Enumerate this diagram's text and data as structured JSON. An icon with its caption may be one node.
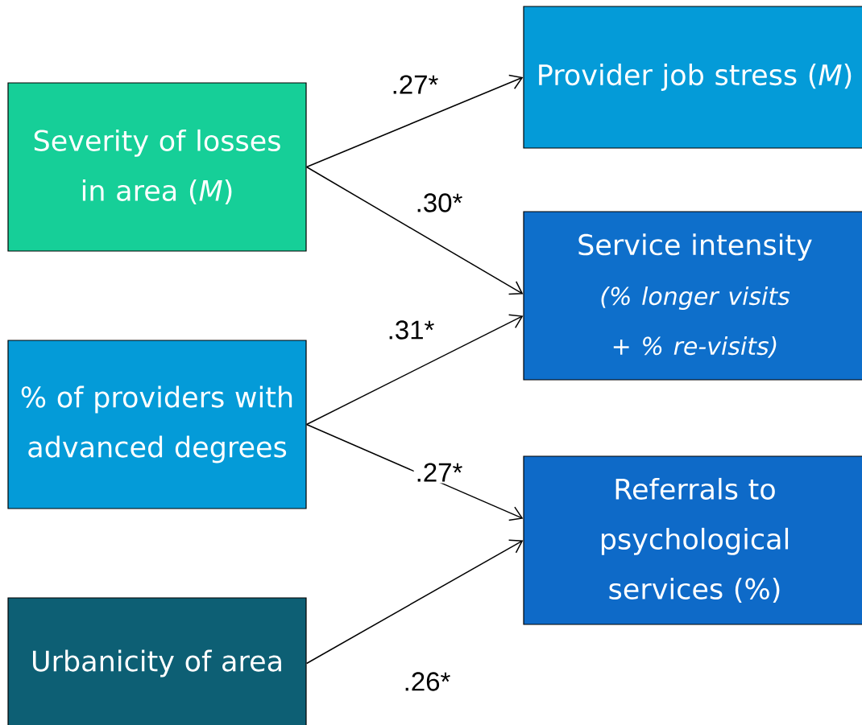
{
  "diagram": {
    "nodes": [
      {
        "text": [
          "Severity of losses in area (*M*)"
        ]
      },
      {
        "text": [
          "% of providers with advanced degrees"
        ]
      },
      {
        "text": [
          "Urbanicity of area"
        ]
      },
      {
        "text": [
          "Provider job stress (*M*)"
        ]
      },
      {
        "text": [
          "Service intensity",
          "(% longer visits + % re-visits)"
        ]
      },
      {
        "text": [
          "Referrals to psychological services (%)"
        ]
      }
    ],
    "edges": [
      {
        "from": 0,
        "to": 3,
        "arrow": "to",
        "label": ".27*"
      },
      {
        "from": 0,
        "to": 4,
        "arrow": "to",
        "label": ".30*"
      },
      {
        "from": 1,
        "to": 4,
        "arrow": "to",
        "label": ".31*"
      },
      {
        "from": 1,
        "to": 5,
        "arrow": "to",
        "label": ".27*"
      },
      {
        "from": 2,
        "to": 5,
        "arrow": "to",
        "label": ".26*"
      }
    ]
  }
}
